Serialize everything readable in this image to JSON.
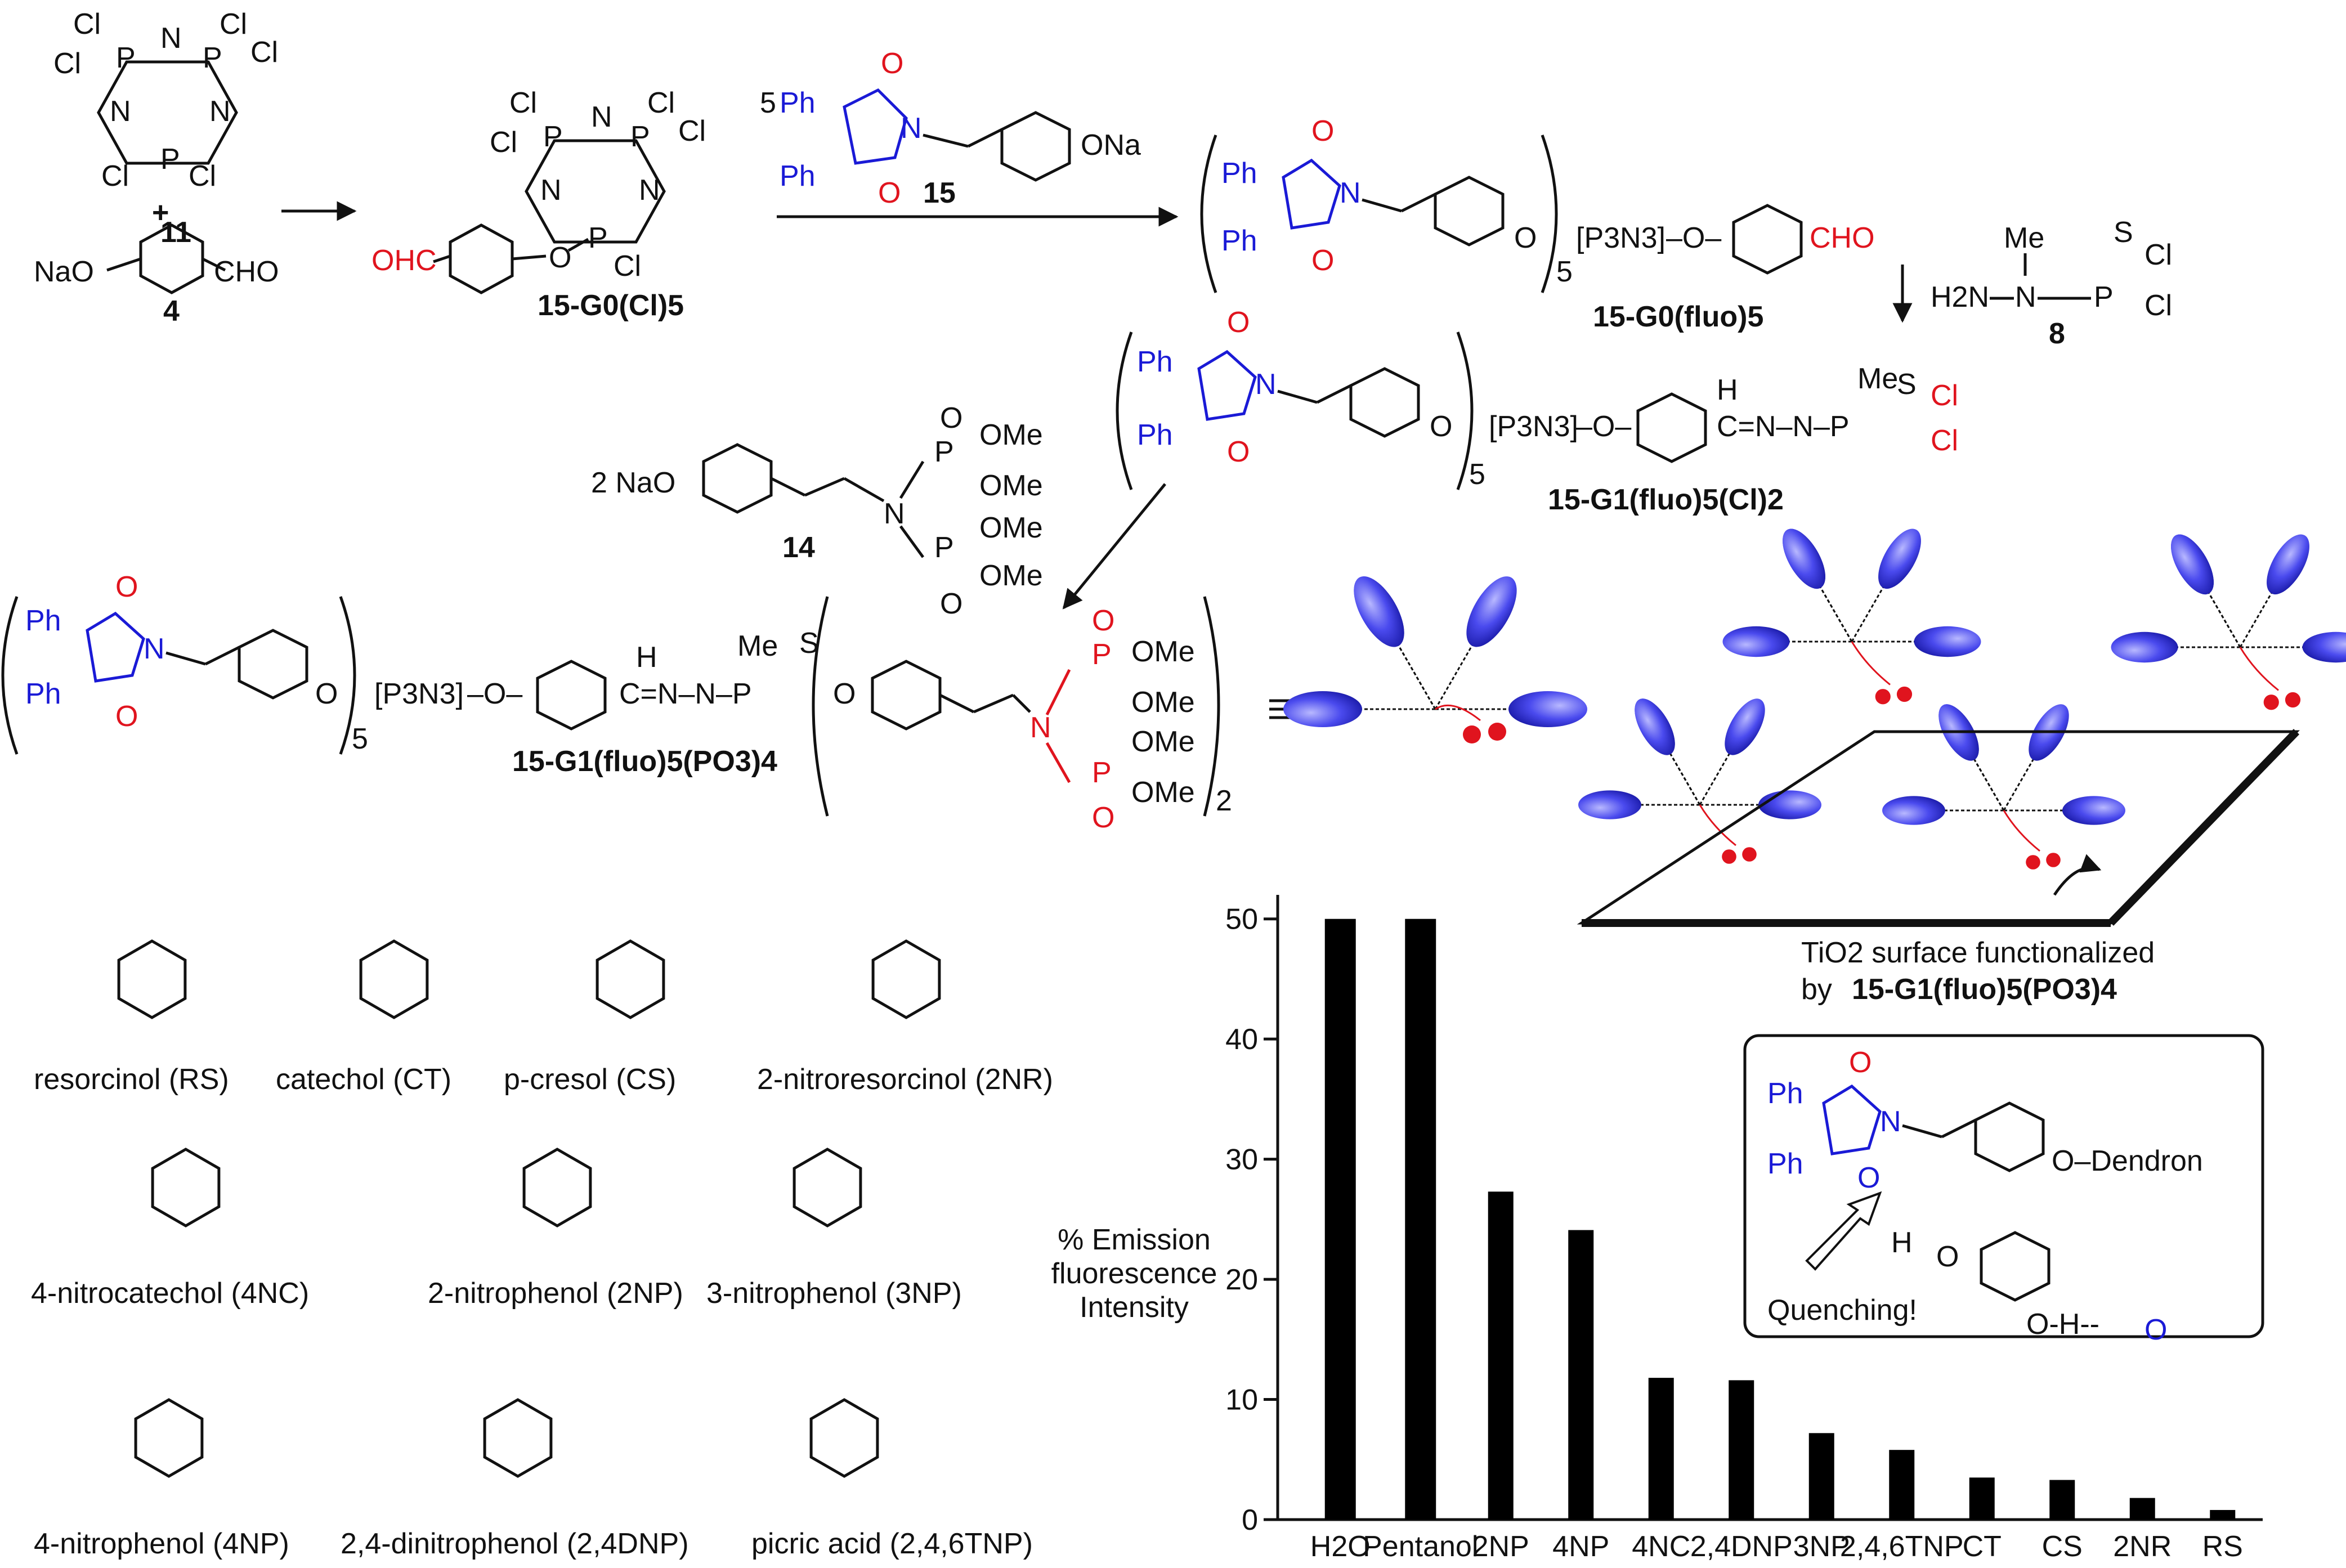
{
  "labels": {
    "cpd11": "11",
    "cpd4": "4",
    "cpd15": "15",
    "cpd8": "8",
    "cpd14": "14",
    "g0cl5": "15-G0(Cl)5",
    "g0fluo5": "15-G0(fluo)5",
    "g1fluo5cl2": "15-G1(fluo)5(Cl)2",
    "g1fluo5po34": "15-G1(fluo)5(PO3)4",
    "plus": "+",
    "five": "5",
    "two_na": "2 NaO",
    "nao": "NaO",
    "ona": "ONa",
    "cho": "CHO",
    "ohc": "OHC",
    "p3n3": "[P3N3]",
    "ome": "OMe",
    "ph": "Ph",
    "me": "Me",
    "cl": "Cl",
    "h2n": "H2N",
    "subscript_5": "5",
    "subscript_2": "2"
  },
  "surface": {
    "caption_line1": "TiO2 surface functionalized",
    "caption_line2_prefix": "by",
    "caption_line2_compound": "15-G1(fluo)5(PO3)4"
  },
  "inset": {
    "substituent": "O–Dendron",
    "quench_label": "Quenching!",
    "hbond": "O-H--"
  },
  "phenols": [
    {
      "name": "resorcinol (RS)"
    },
    {
      "name": "catechol (CT)"
    },
    {
      "name": "p-cresol (CS)"
    },
    {
      "name": "2-nitroresorcinol (2NR)"
    },
    {
      "name": "4-nitrocatechol (4NC)"
    },
    {
      "name": "2-nitrophenol (2NP)"
    },
    {
      "name": "3-nitrophenol (3NP)"
    },
    {
      "name": "4-nitrophenol (4NP)"
    },
    {
      "name": "2,4-dinitrophenol (2,4DNP)"
    },
    {
      "name": "picric acid (2,4,6TNP)"
    }
  ],
  "chart_data": {
    "type": "bar",
    "categories": [
      "H2O",
      "Pentanol",
      "2NP",
      "4NP",
      "4NC",
      "2,4DNP",
      "3NP",
      "2,4,6TNP",
      "CT",
      "CS",
      "2NR",
      "RS"
    ],
    "values": [
      50,
      50,
      27.3,
      24.1,
      11.8,
      11.6,
      7.2,
      5.8,
      3.5,
      3.3,
      1.8,
      0.8
    ],
    "ylabel": "% Emission fluorescence Intensity",
    "ylabel_lines": [
      "% Emission",
      "fluorescence",
      "Intensity"
    ],
    "yticks": [
      0,
      10,
      20,
      30,
      40,
      50
    ],
    "ylim": [
      0,
      52
    ],
    "bar_color": "#000000",
    "grid": false
  },
  "colors": {
    "fluorophore": "#1a1ad6",
    "phosphonate": "#e0141e",
    "ink": "#111111"
  }
}
